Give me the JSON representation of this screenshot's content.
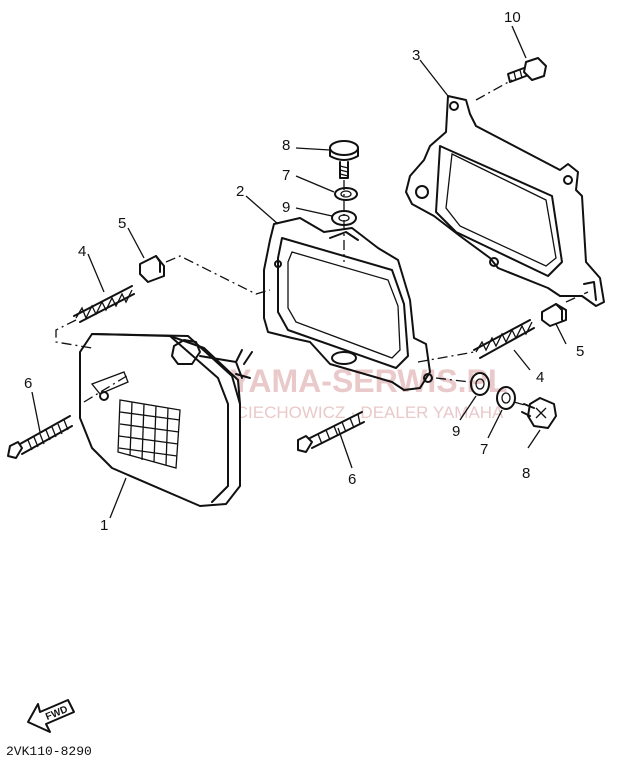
{
  "diagram": {
    "callouts": [
      {
        "id": "1"
      },
      {
        "id": "2"
      },
      {
        "id": "3"
      },
      {
        "id": "4"
      },
      {
        "id": "4"
      },
      {
        "id": "5"
      },
      {
        "id": "5"
      },
      {
        "id": "6"
      },
      {
        "id": "6"
      },
      {
        "id": "7"
      },
      {
        "id": "7"
      },
      {
        "id": "8"
      },
      {
        "id": "8"
      },
      {
        "id": "9"
      },
      {
        "id": "9"
      },
      {
        "id": "10"
      }
    ],
    "fwd_label": "FWD",
    "drawing_code": "2VK110-8290"
  },
  "watermark": {
    "brand": "YAMAHA",
    "site": "YAMA-SERWIS.PL",
    "line2": "WOJCIECHOWICZ · DEALER YAMAHA",
    "color": "#e9c9c9"
  }
}
